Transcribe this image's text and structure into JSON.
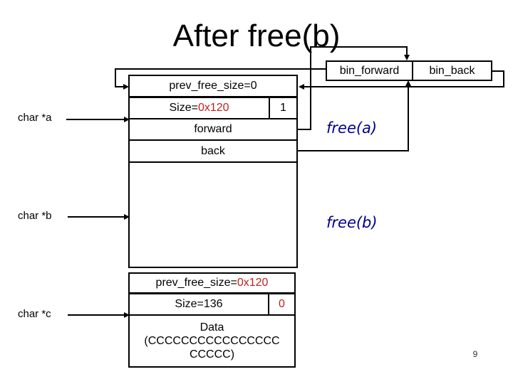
{
  "slide": {
    "title": "After free(b)",
    "page_number": "9"
  },
  "colors": {
    "red": "#c02020",
    "blue": "#00008b"
  },
  "bin": {
    "forward_label": "bin_forward",
    "back_label": "bin_back"
  },
  "pointers": {
    "char_a": "char *a",
    "char_b": "char *b",
    "char_c": "char *c"
  },
  "annotations": {
    "free_a": "free(a)",
    "free_b": "free(b)"
  },
  "chunk_a": {
    "prev_free_size": "prev_free_size=0",
    "size_prefix": "Size=",
    "size_value": "0x120",
    "flag": "1",
    "forward": "forward",
    "back": "back"
  },
  "chunk_c": {
    "prev_prefix": "prev_free_size=",
    "prev_value": "0x120",
    "size": "Size=136",
    "flag": "0",
    "data_line1": "Data",
    "data_line2": "(CCCCCCCCCCCCCCCC",
    "data_line3": "CCCCC)"
  }
}
